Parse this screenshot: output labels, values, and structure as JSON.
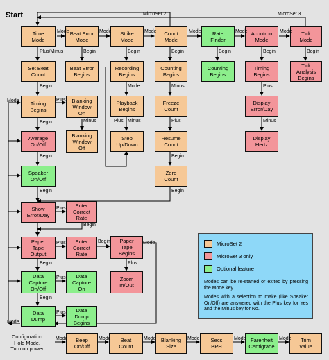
{
  "title": "Start",
  "colors": {
    "microset2": "#f6c896",
    "microset3": "#f3959a",
    "optional": "#8cef8c",
    "legend_bg": "#8ed8f8"
  },
  "top_labels": {
    "microset2": "MicroSet 2",
    "microset3": "MicroSet 3"
  },
  "nodes": {
    "time_mode": "Time\nMode",
    "beat_error_mode": "Beat Error\nMode",
    "strike_mode": "Strike\nMode",
    "count_mode": "Count\nMode",
    "rate_finder": "Rate\nFinder",
    "acoutron_mode": "Acoutron\nMode",
    "tick_mode": "Tick\nMode",
    "set_beat_count": "Set Beat\nCount",
    "beat_error_begins": "Beat Error\nBegins",
    "recording_begins": "Recording\nBegins",
    "counting_begins_1": "Counting\nBegins",
    "counting_begins_2": "Counting\nBegins",
    "timing_begins_acu": "Timing\nBegins",
    "tick_analysis": "Tick\nAnalysis\nBegins",
    "timing_begins": "Timing\nBegins",
    "blanking_on": "Blanking\nWindow\nOn",
    "playback_begins": "Playback\nBegins",
    "freeze_count": "Freeze\nCount",
    "display_error_day": "Display\nError/Day",
    "average_on_off": "Average\nOn/Off",
    "blanking_off": "Blanking\nWindow\nOff",
    "step_up_down": "Step\nUp/Down",
    "resume_count": "Resume\nCount",
    "display_hertz": "Display\nHertz",
    "speaker_on_off": "Speaker\nOn/Off",
    "zero_count": "Zero\nCount",
    "show_error_day": "Show\nError/Day",
    "enter_correct_rate_1": "Enter\nCorrect\nRate",
    "paper_tape_output": "Paper\nTape\nOutput",
    "enter_correct_rate_2": "Enter\nCorrect\nRate",
    "paper_tape_begins": "Paper\nTape\nBegins",
    "zoom_in_out": "Zoom\nIn/Out",
    "data_capture_on_off": "Data\nCapture\nOn/Off",
    "data_capture_on": "Data\nCapture\nOn",
    "data_dump": "Data\nDump",
    "data_dump_begins": "Data\nDump\nBegins",
    "beep_on_off": "Beep\nOn/Off",
    "beat_count": "Beat\nCount",
    "blanking_size": "Blanking\nSize",
    "secs_bph": "Secs\nBPH",
    "farenheit_centigrade": "Farenheit\nCentigrade",
    "trim_value": "Trim\nValue"
  },
  "edge_labels": {
    "mode": "Mode",
    "begin": "Begin",
    "plus": "Plus",
    "minus": "Minus",
    "plus_minus": "Plus/Minus"
  },
  "config_label": "Configuration\nHold Mode,\nTurn on power",
  "legend": {
    "items": [
      "MicroSet 2",
      "MicroSet 3 only",
      "Optional feature"
    ],
    "note1": "Modes can be re-started or exited by pressing the Mode key.",
    "note2": "Modes with a selection to make (like Speaker On/Off) are answered with the Plus key for Yes and the Minus key for No."
  }
}
